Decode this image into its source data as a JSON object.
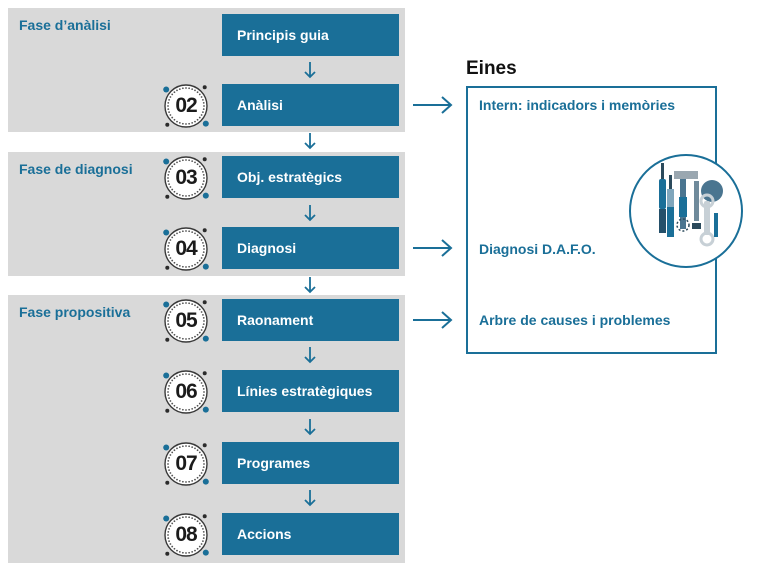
{
  "phases": [
    {
      "label": "Fase d’anàlisi"
    },
    {
      "label": "Fase de diagnosi"
    },
    {
      "label": "Fase propositiva"
    }
  ],
  "steps": [
    {
      "label": "Principis guia",
      "number": ""
    },
    {
      "label": "Anàlisi",
      "number": "02"
    },
    {
      "label": "Obj. estratègics",
      "number": "03"
    },
    {
      "label": "Diagnosi",
      "number": "04"
    },
    {
      "label": "Raonament",
      "number": "05"
    },
    {
      "label": "Línies estratègiques",
      "number": "06"
    },
    {
      "label": "Programes",
      "number": "07"
    },
    {
      "label": "Accions",
      "number": "08"
    }
  ],
  "tools": {
    "title": "Eines",
    "items": [
      "Intern: indicadors i memòries",
      "Diagnosi D.A.F.O.",
      "Arbre de causes i problemes"
    ],
    "icon": "tools-icon"
  },
  "colors": {
    "accent": "#1a6f98",
    "phase_bg": "#d9d9d9",
    "text_dark": "#1b1b1b"
  }
}
